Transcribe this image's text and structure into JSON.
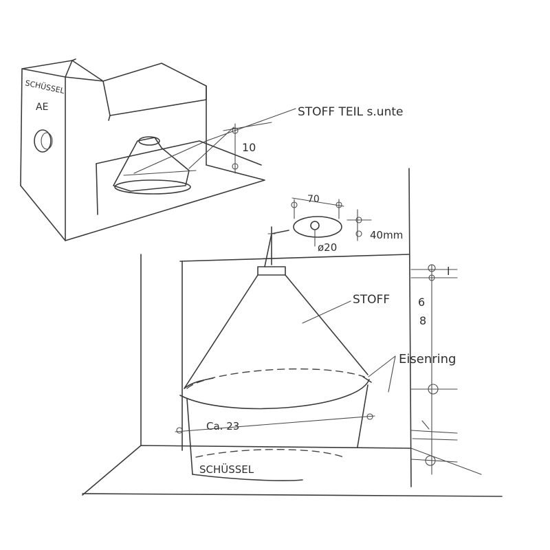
{
  "labels": {
    "box_label_line1": "SCHÜSSEL",
    "box_label_line2": "AE",
    "stoffteil": "STOFF TEIL s.unte",
    "dim_10": "10",
    "dim_70": "70",
    "dim_40mm": "40mm",
    "dim_d20": "ø20",
    "dim_l": "l",
    "dim_6": "6",
    "dim_8": "8",
    "stoff": "STOFF",
    "eisenring": "Eisenring",
    "ca23": "Ca. 23",
    "schuessel": "SCHÜSSEL"
  }
}
